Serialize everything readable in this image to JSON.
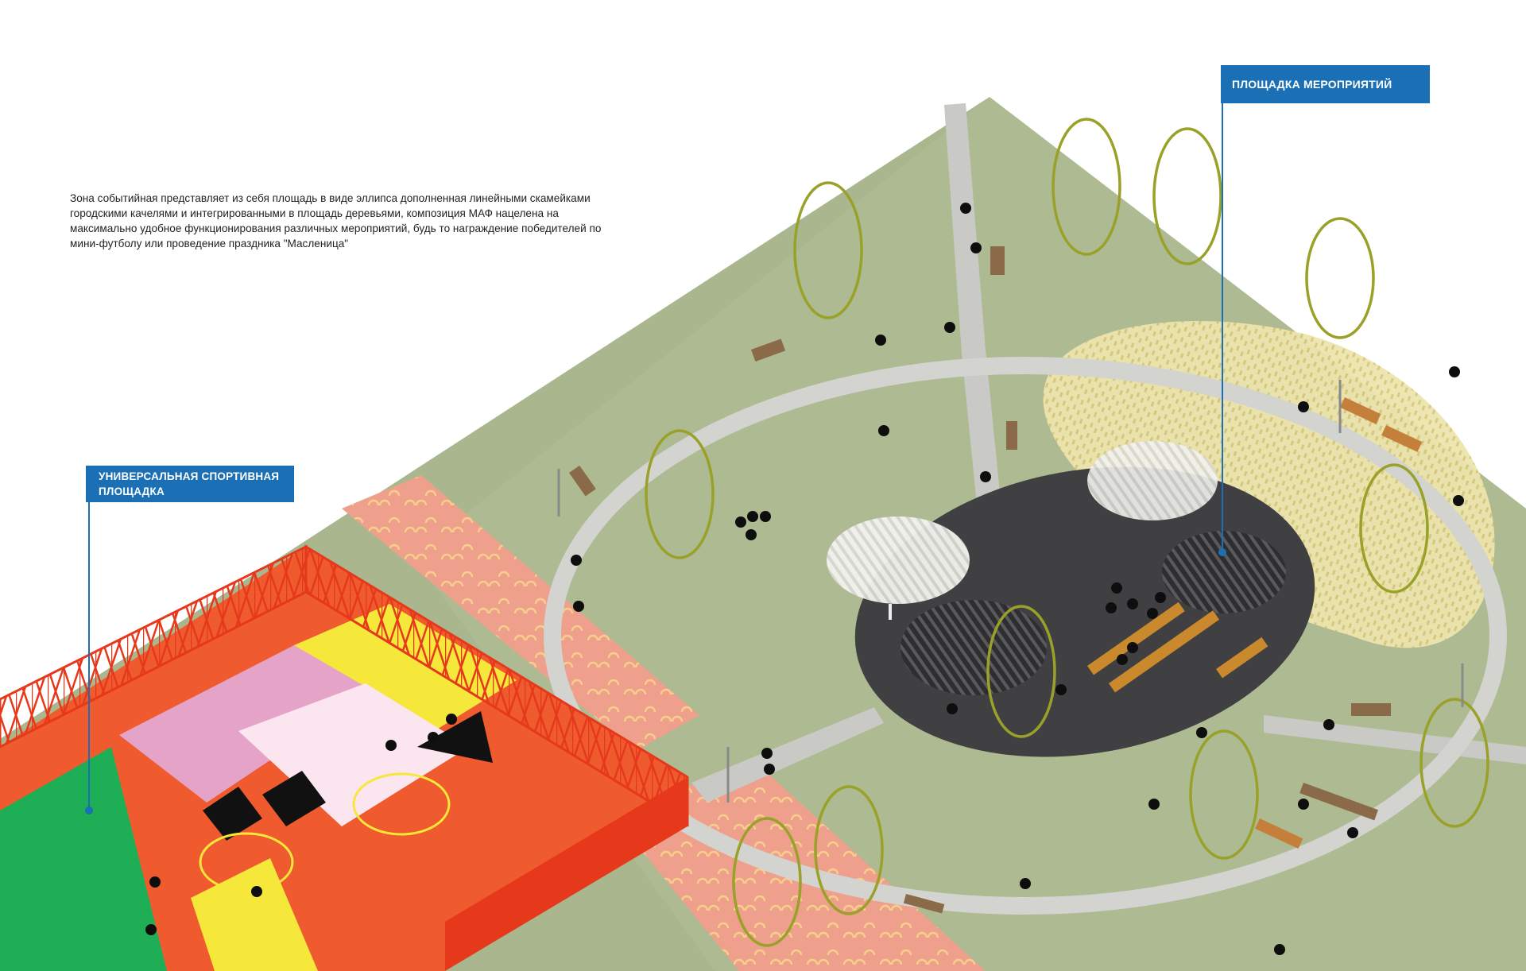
{
  "description": "Зона событийная представляет из себя площадь в виде эллипса дополненная линейными скамейками\nгородскими качелями и интегрированными в площадь деревьями, композиция МАФ нацелена на\nмаксимально удобное функционирования различных мероприятий, будь то награждение победителей по\nмини-футболу или проведение праздника \"Масленица\"",
  "labels": {
    "event_area": "ПЛОЩАДКА МЕРОПРИЯТИЙ",
    "sports_area": "УНИВЕРСАЛЬНАЯ СПОРТИВНАЯ ПЛОЩАДКА"
  },
  "colors": {
    "lawn": "#a8b58c",
    "path": "#c8c8c4",
    "plaza": "#3d3d3f",
    "salmon_strip": "#eea08d",
    "meadow": "#e9e0a6",
    "fence": "#e6391c",
    "callout": "#1a6fb5",
    "tree": "#9aa128"
  }
}
